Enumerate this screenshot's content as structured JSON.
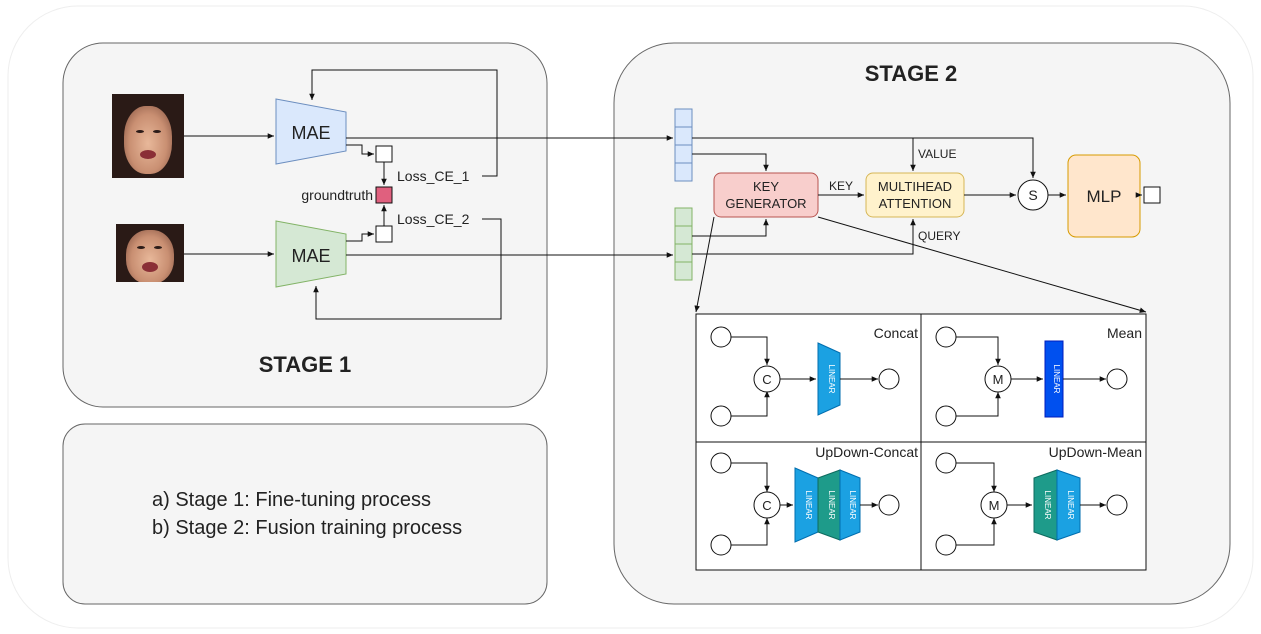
{
  "stage1": {
    "title": "STAGE 1",
    "mae_top": "MAE",
    "mae_bottom": "MAE",
    "loss1": "Loss_CE_1",
    "loss2": "Loss_CE_2",
    "groundtruth": "groundtruth"
  },
  "stage2": {
    "title": "STAGE 2",
    "key_generator": [
      "KEY",
      "GENERATOR"
    ],
    "multihead": [
      "MULTIHEAD",
      "ATTENTION"
    ],
    "key_label": "KEY",
    "value_label": "VALUE",
    "query_label": "QUERY",
    "s_node": "S",
    "mlp": "MLP"
  },
  "variants": {
    "concat": {
      "title": "Concat",
      "op": "C",
      "layer": "LINEAR"
    },
    "mean": {
      "title": "Mean",
      "op": "M",
      "layer": "LINEAR"
    },
    "updown_concat": {
      "title": "UpDown-Concat",
      "op": "C",
      "layers": [
        "LINEAR",
        "LINEAR",
        "LINEAR"
      ]
    },
    "updown_mean": {
      "title": "UpDown-Mean",
      "op": "M",
      "layers": [
        "LINEAR",
        "LINEAR"
      ]
    }
  },
  "legend": {
    "line_a": "a) Stage 1: Fine-tuning process",
    "line_b": "b) Stage 2: Fusion training process"
  },
  "colors": {
    "mae_top_fill": "#dae8fc",
    "mae_bottom_fill": "#d5e8d4",
    "key_gen_fill": "#f8cecc",
    "attention_fill": "#fff2cc",
    "mlp_fill": "#ffe6cc",
    "groundtruth_fill": "#e0607e",
    "linear_light": "#1ba1e2",
    "linear_dark": "#0050ef",
    "linear_teal": "#1e9b8a",
    "panel_fill": "#f5f5f5"
  }
}
